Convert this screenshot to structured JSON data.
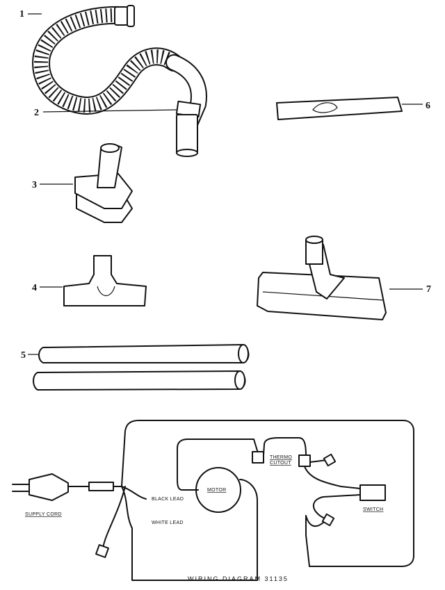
{
  "callouts": [
    "1",
    "2",
    "3",
    "4",
    "5",
    "6",
    "7"
  ],
  "wiring": {
    "supply_cord": "SUPPLY CORD",
    "black_lead": "BLACK LEAD",
    "white_lead": "WHITE LEAD",
    "motor": "MOTOR",
    "thermo_cutout_1": "THERMO",
    "thermo_cutout_2": "CUTOUT",
    "switch": "SWITCH",
    "caption": "WIRING DIAGRAM 31135"
  }
}
